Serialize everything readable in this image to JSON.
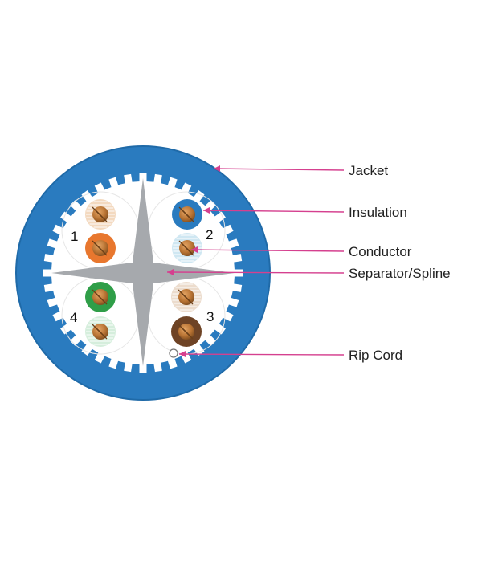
{
  "diagram": {
    "labels": {
      "jacket": "Jacket",
      "insulation": "Insulation",
      "conductor": "Conductor",
      "separator": "Separator/Spline",
      "rip_cord": "Rip Cord"
    },
    "pair_numbers": [
      "1",
      "2",
      "3",
      "4"
    ],
    "colors": {
      "jacket": "#2a7bbf",
      "jacket_edge": "#1f6aa8",
      "spline": "#a6a9ad",
      "leader": "#d5408f",
      "copper": "#b87333",
      "orange_white": "#f3d9bf",
      "orange": "#e8772e",
      "blue": "#2a7bbf",
      "blue_white": "#cfe7f2",
      "green": "#2f9e48",
      "green_white": "#d5eedc",
      "brown_white": "#ecdccd",
      "brown": "#6e4325"
    }
  }
}
